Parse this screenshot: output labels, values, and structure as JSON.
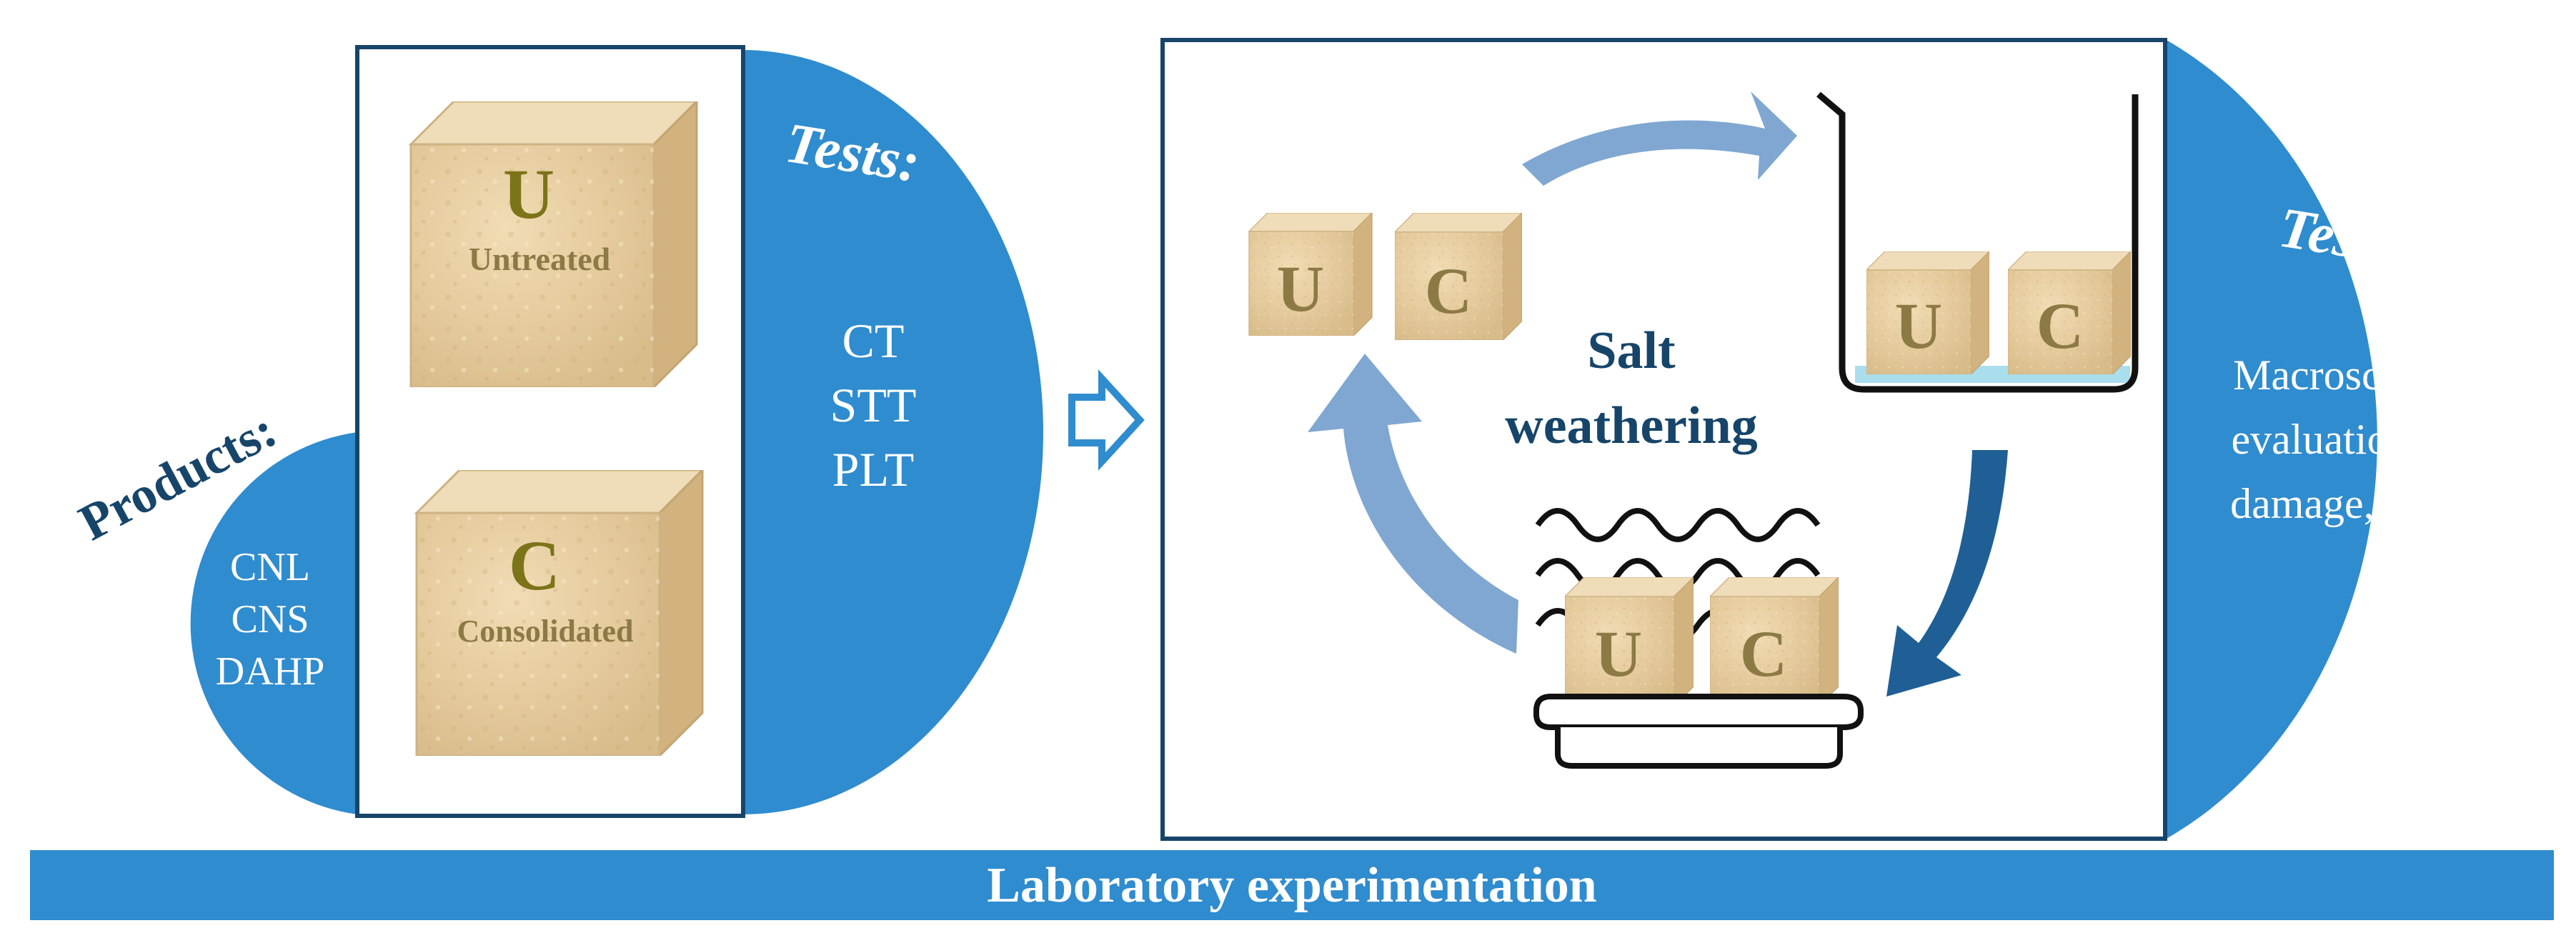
{
  "colors": {
    "blue": "#2f8ccf",
    "dark_blue": "#17456a",
    "light_arrow": "#7fa7d1",
    "dark_arrow": "#1f5f95",
    "cube_face": "#e7cfa4",
    "cube_top": "#efdcb8",
    "cube_side": "#d9bd8c",
    "letter_olive": "#7b7418",
    "label_khaki": "#8c7a45"
  },
  "left_panel": {
    "products_title": "Products:",
    "products": [
      "CNL",
      "CNS",
      "DAHP"
    ],
    "cube_untreated_letter": "U",
    "cube_untreated_label": "Untreated",
    "cube_consolidated_letter": "C",
    "cube_consolidated_label": "Consolidated",
    "tests_title": "Tests:",
    "tests": [
      "CT",
      "STT",
      "PLT"
    ]
  },
  "right_panel": {
    "center_label_line1": "Salt",
    "center_label_line2": "weathering",
    "cube_letters": [
      "U",
      "C"
    ],
    "tests_title": "Tests:",
    "tests_lines": [
      "Macroscopic",
      "evaluation of",
      "damage, PLT"
    ]
  },
  "footer": {
    "banner": "Laboratory experimentation"
  }
}
